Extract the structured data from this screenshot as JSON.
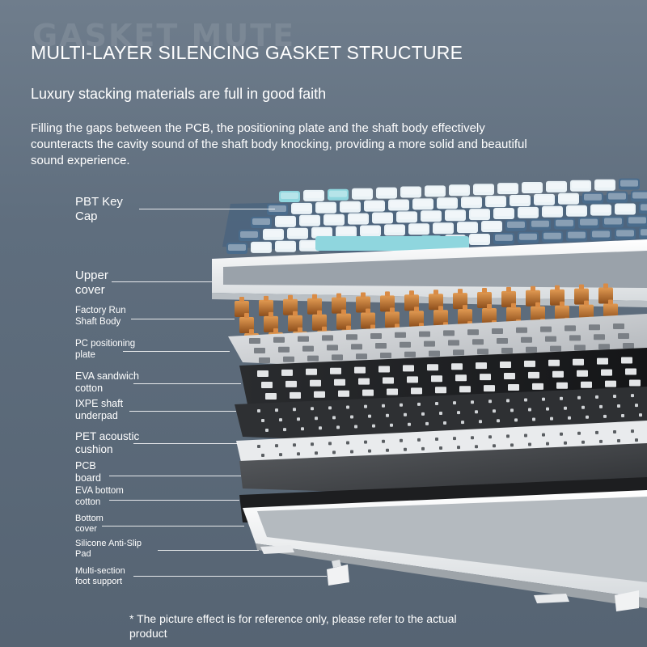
{
  "watermark": "GASKET MUTE",
  "title": "MULTI-LAYER SILENCING GASKET STRUCTURE",
  "subtitle": "Luxury stacking materials are full in good faith",
  "description": "Filling the gaps between the PCB, the positioning plate and the shaft body effectively counteracts the cavity sound of the shaft body knocking, providing a more solid and beautiful sound experience.",
  "layers": [
    {
      "line1": "PBT Key",
      "line2": "Cap"
    },
    {
      "line1": "Upper",
      "line2": "cover"
    },
    {
      "line1": "Factory Run",
      "line2": "Shaft Body"
    },
    {
      "line1": "PC positioning",
      "line2": "plate"
    },
    {
      "line1": "EVA sandwich",
      "line2": "cotton"
    },
    {
      "line1": "IXPE shaft",
      "line2": "underpad"
    },
    {
      "line1": "PET acoustic",
      "line2": "cushion"
    },
    {
      "line1": "PCB",
      "line2": "board"
    },
    {
      "line1": "EVA bottom",
      "line2": "cotton"
    },
    {
      "line1": "Bottom",
      "line2": "cover"
    },
    {
      "line1": "Silicone Anti-Slip",
      "line2": "Pad"
    },
    {
      "line1": "Multi-section",
      "line2": "foot support"
    }
  ],
  "footnote": "* The picture effect is for reference only, please refer to the actual product",
  "colors": {
    "background": "#637282",
    "keycap_white": "#eaf2f6",
    "keycap_cyan": "#8fd6de",
    "keycap_slate": "#4a6c8c",
    "switch_orange": "#c77a35",
    "plate_silver": "#c9ccd0",
    "layer_black": "#1f2124",
    "case_white": "#f2f4f5"
  }
}
